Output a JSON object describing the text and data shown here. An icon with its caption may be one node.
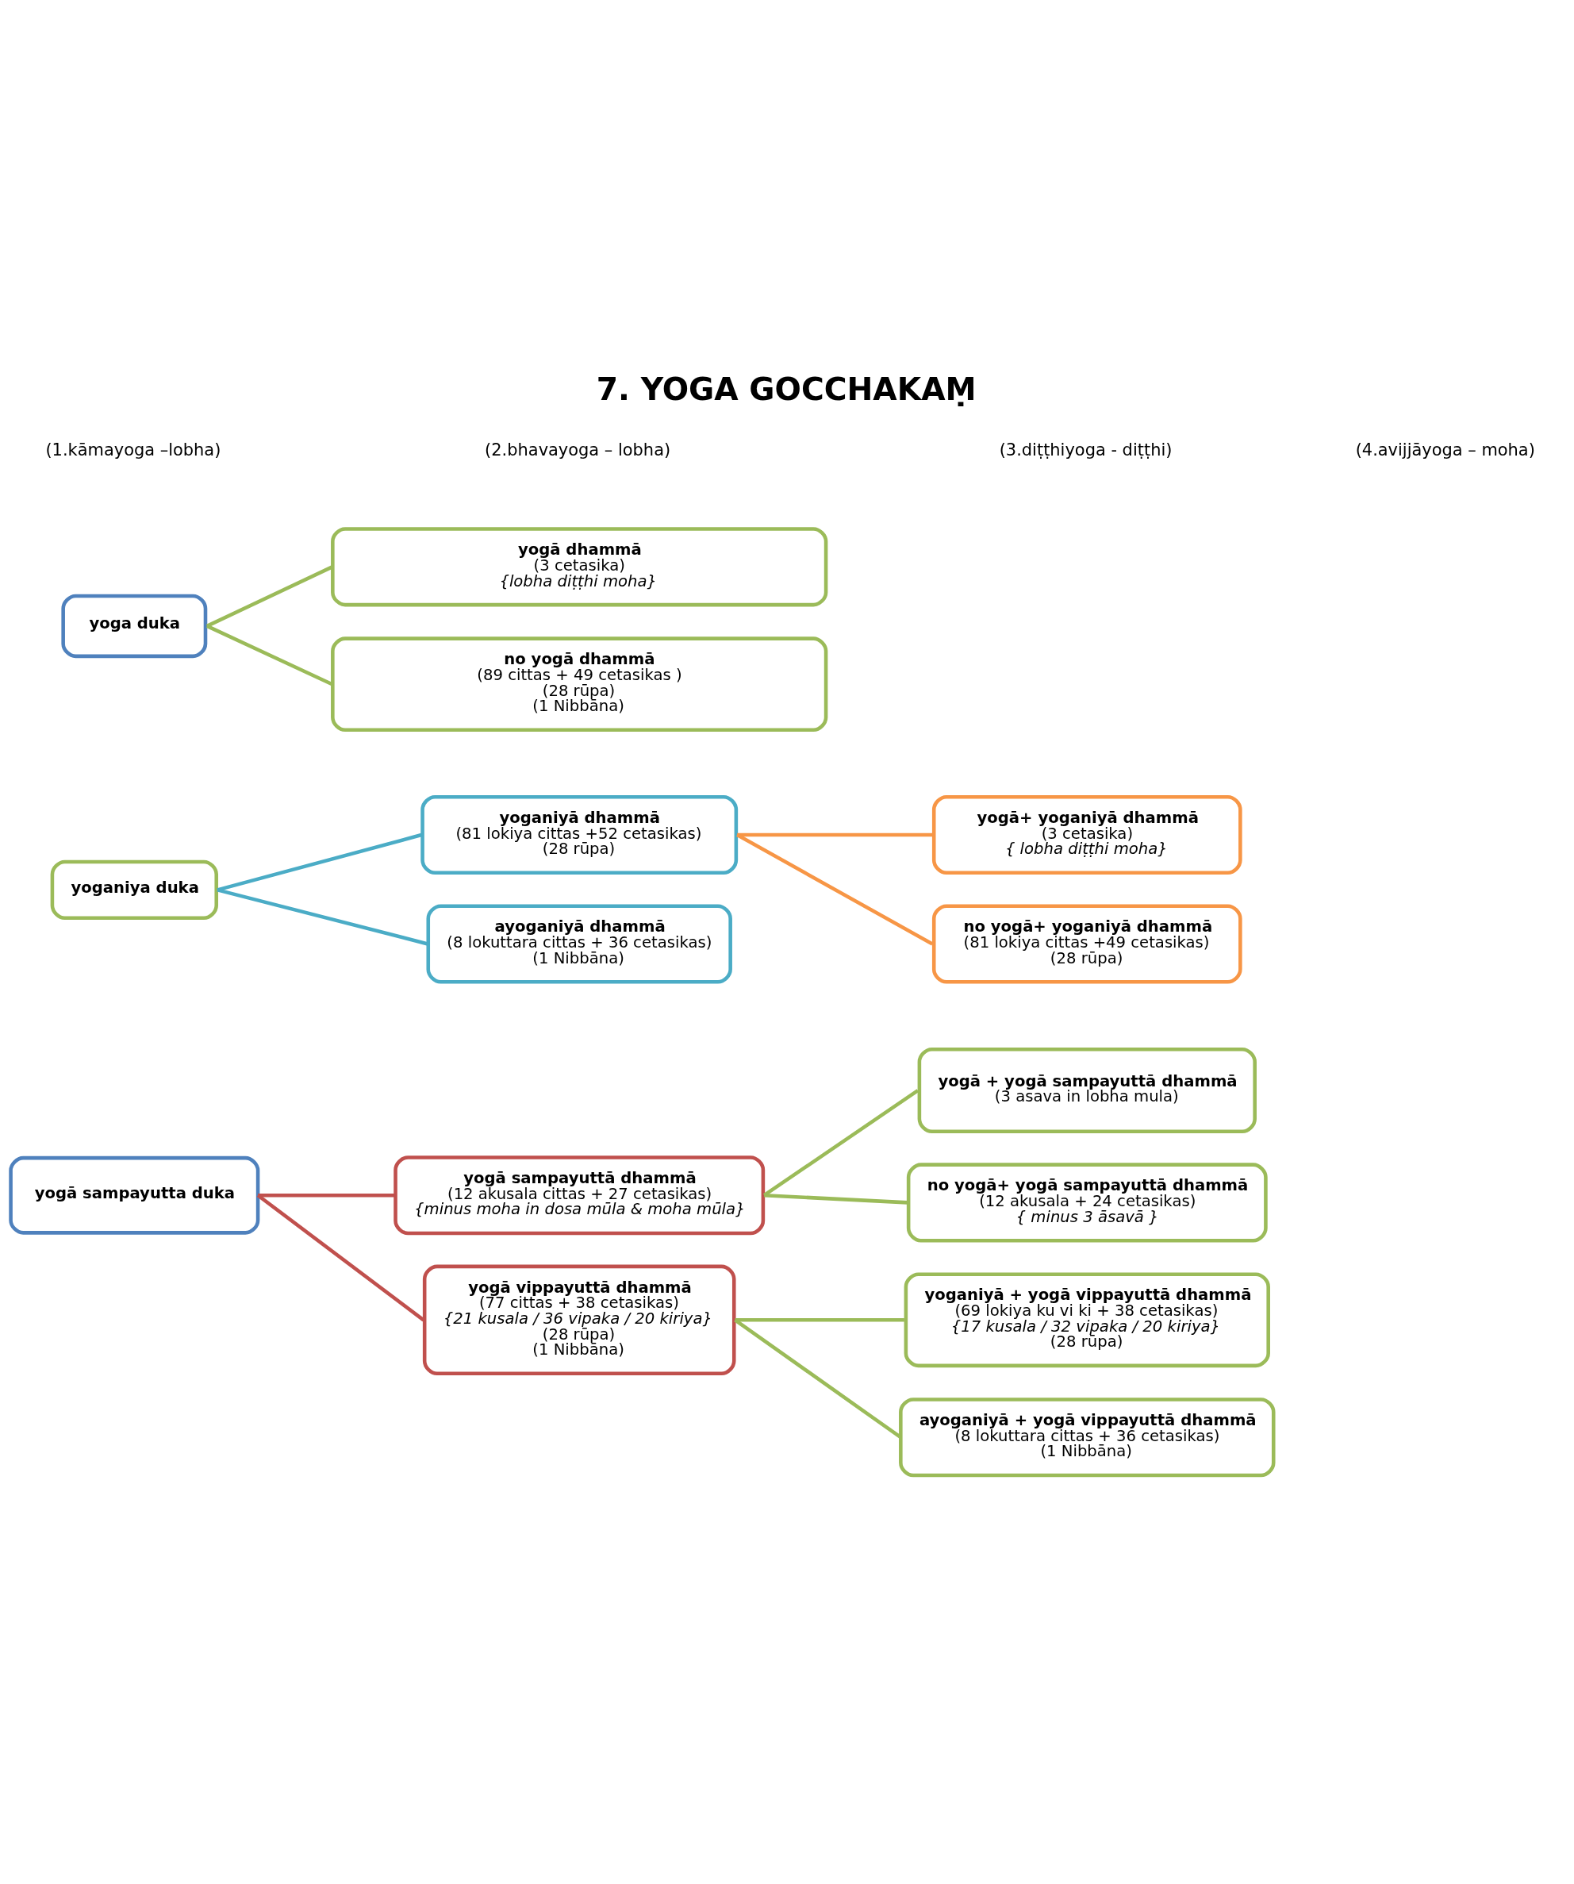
{
  "diagram": {
    "title": "7. YOGA GOCCHAKAṂ",
    "nodes": [
      {
        "text": [
          "yoga duka"
        ]
      },
      {
        "text": [
          "yogā dhammā",
          "(3 cetasika)",
          "{lobha diṭṭhi moha}"
        ]
      },
      {
        "text": [
          "no yogā dhammā",
          "(89 cittas + 49 cetasikas )",
          "(28 rūpa)",
          "(1 Nibbāna)"
        ]
      },
      {
        "text": [
          "yoganiya duka"
        ]
      },
      {
        "text": [
          "yoganiyā dhammā",
          "(81 lokiya cittas +52 cetasikas)",
          "(28 rūpa)"
        ]
      },
      {
        "text": [
          "ayoganiyā dhammā",
          "(8 lokuttara cittas + 36 cetasikas)",
          "(1 Nibbāna)"
        ]
      },
      {
        "text": [
          "yogā+ yoganiyā dhammā",
          "(3 cetasika)",
          "{ lobha diṭṭhi moha}"
        ]
      },
      {
        "text": [
          "no yogā+ yoganiyā dhammā",
          "(81 lokiya cittas +49 cetasikas)",
          "(28 rūpa)"
        ]
      },
      {
        "text": [
          "yogā sampayutta duka"
        ]
      },
      {
        "text": [
          "yogā sampayuttā dhammā",
          "(12 akusala cittas + 27 cetasikas)",
          "{minus moha in dosa mūla & moha mūla}"
        ]
      },
      {
        "text": [
          "yogā + yogā sampayuttā dhammā",
          "(3 asava in lobha mula)"
        ]
      },
      {
        "text": [
          "no yogā+ yogā sampayuttā dhammā",
          "(12 akusala + 24 cetasikas)",
          "{ minus 3 āsavā }"
        ]
      },
      {
        "text": [
          "yogā vippayuttā dhammā",
          "(77 cittas + 38 cetasikas)",
          "{21 kusala / 36 vipaka / 20 kiriya}",
          "(28 rūpa)",
          "(1 Nibbāna)"
        ]
      },
      {
        "text": [
          "yoganiyā + yogā vippayuttā dhammā",
          "(69 lokiya ku vi ki + 38 cetasikas)",
          "{17 kusala / 32 vipaka / 20 kiriya}",
          "(28 rūpa)"
        ]
      },
      {
        "text": [
          "ayoganiyā + yogā vippayuttā dhammā",
          "(8 lokuttara cittas + 36 cetasikas)",
          "(1 Nibbāna)"
        ]
      }
    ],
    "edges": [
      {
        "from": 0,
        "to": 1,
        "arrow": "none"
      },
      {
        "from": 0,
        "to": 2,
        "arrow": "none"
      },
      {
        "from": 3,
        "to": 4,
        "arrow": "none",
        "color": "#4bacc6"
      },
      {
        "from": 3,
        "to": 5,
        "arrow": "none",
        "color": "#4bacc6"
      },
      {
        "from": 4,
        "to": 6,
        "arrow": "none",
        "color": "#f79646"
      },
      {
        "from": 4,
        "to": 7,
        "arrow": "none",
        "color": "#f79646"
      },
      {
        "from": 8,
        "to": 9,
        "arrow": "none",
        "color": "#c0504d"
      },
      {
        "from": 8,
        "to": 12,
        "arrow": "none",
        "color": "#c0504d"
      },
      {
        "from": 9,
        "to": 10,
        "arrow": "none"
      },
      {
        "from": 9,
        "to": 11,
        "arrow": "none"
      },
      {
        "from": 12,
        "to": 13,
        "arrow": "none"
      },
      {
        "from": 12,
        "to": 14,
        "arrow": "none"
      }
    ],
    "labels": [
      "(1.kāmayoga –lobha)",
      "(2.bhavayoga – lobha)",
      "(3.diṭṭhiyoga - diṭṭhi)",
      "(4.avijjāyoga – moha)"
    ]
  }
}
